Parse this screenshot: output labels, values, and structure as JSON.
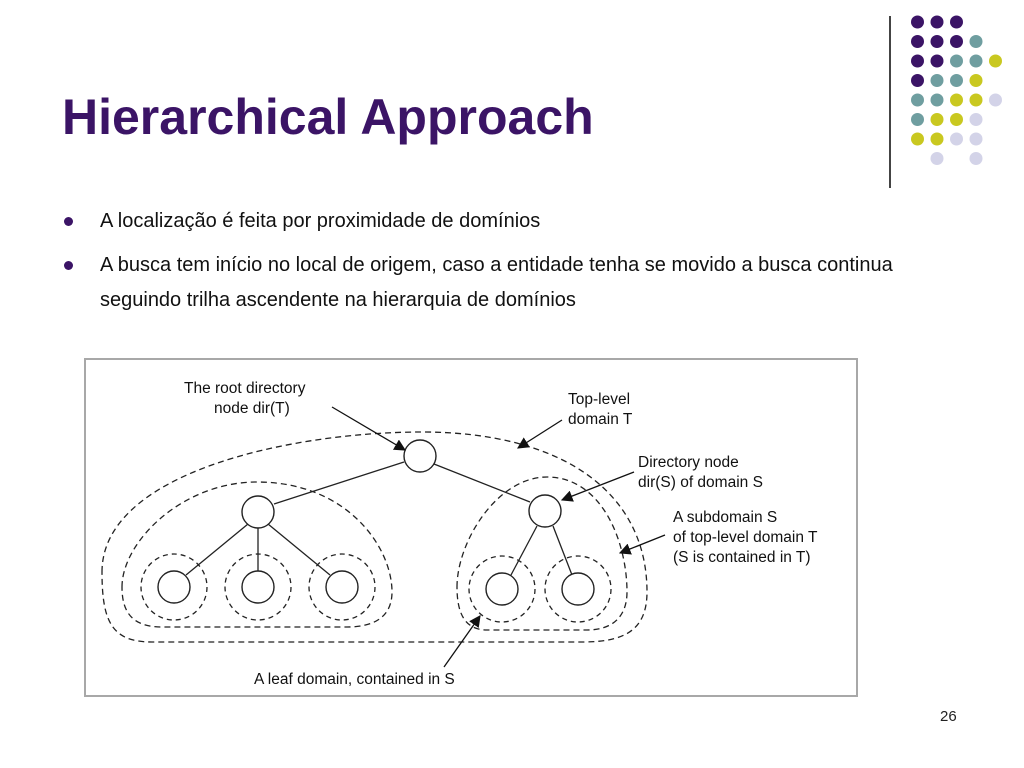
{
  "slide": {
    "title": "Hierarchical Approach",
    "bullets": [
      "A localização é feita por proximidade de domínios",
      "A busca tem início no local de origem, caso a entidade tenha se movido a busca continua seguindo trilha ascendente na hierarquia de domínios"
    ],
    "page_number": "26"
  },
  "colors": {
    "title": "#3b1466",
    "dot_purple": "#3b1466",
    "dot_teal": "#6f9ea0",
    "dot_yellow": "#c9c820",
    "dot_lavender": "#d3d3e8"
  },
  "diagram": {
    "labels": {
      "root_line1": "The root directory",
      "root_line2": "node dir(T)",
      "toplevel_line1": "Top-level",
      "toplevel_line2": "domain T",
      "dirnode_line1": "Directory node",
      "dirnode_line2": "dir(S) of domain S",
      "subdomain_line1": "A subdomain S",
      "subdomain_line2": "of top-level domain T",
      "subdomain_line3": "(S is contained in T)",
      "leaf": "A leaf domain, contained in S"
    }
  }
}
